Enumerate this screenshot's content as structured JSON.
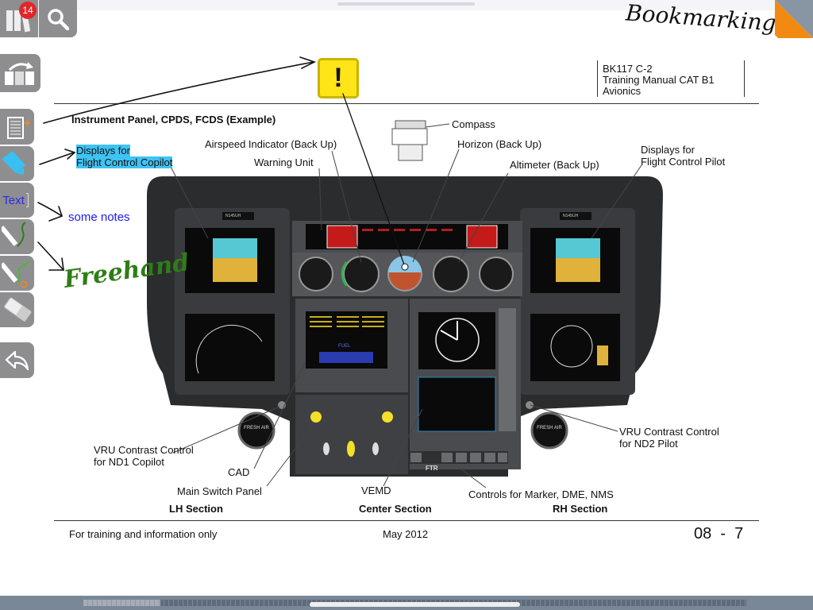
{
  "toolbar": {
    "library_badge": "14",
    "text_tool_label": "Text",
    "icons": [
      "binders-icon",
      "search-icon",
      "page-rearrange-icon",
      "add-page-icon",
      "highlighter-icon",
      "text-tool-icon",
      "pen-icon",
      "shape-pen-icon",
      "eraser-icon",
      "undo-icon"
    ]
  },
  "bookmark": {
    "handwritten": "Bookmarking",
    "corner_colors": {
      "fold": "#f28a12",
      "back": "#8896a3"
    }
  },
  "header": {
    "line1": "BK117 C-2",
    "line2": "Training Manual CAT B1",
    "line3": "Avionics"
  },
  "page": {
    "title": "Instrument Panel, CPDS, FCDS (Example)",
    "labels": {
      "compass": "Compass",
      "airspeed": "Airspeed Indicator (Back Up)",
      "horizon": "Horizon (Back Up)",
      "warning_unit": "Warning Unit",
      "altimeter": "Altimeter (Back Up)",
      "displays_copilot_1": "Displays for",
      "displays_copilot_2": "Flight Control Copilot",
      "displays_pilot_1": "Displays for",
      "displays_pilot_2": "Flight Control Pilot",
      "vru_copilot_1": "VRU Contrast Control",
      "vru_copilot_2": "for ND1 Copilot",
      "vru_pilot_1": "VRU Contrast Control",
      "vru_pilot_2": "for ND2 Pilot",
      "cad": "CAD",
      "main_switch": "Main Switch Panel",
      "vemd": "VEMD",
      "controls": "Controls for Marker, DME, NMS",
      "lh": "LH Section",
      "center": "Center Section",
      "rh": "RH Section"
    },
    "panel_text": {
      "ftr": "FTR",
      "fresh_air": "FRESH AIR",
      "tail_left": "N145UH",
      "tail_right": "N145UH",
      "fuel": "FUEL"
    }
  },
  "annotations": {
    "note": "some notes",
    "freehand": "Freehand",
    "warning_glyph": "!",
    "highlight_color": "#3fc3f3",
    "note_color": "#1a1aff",
    "freehand_color": "#2f7d16"
  },
  "footer": {
    "left": "For training and information only",
    "center": "May 2012",
    "page": "08  -  7"
  }
}
